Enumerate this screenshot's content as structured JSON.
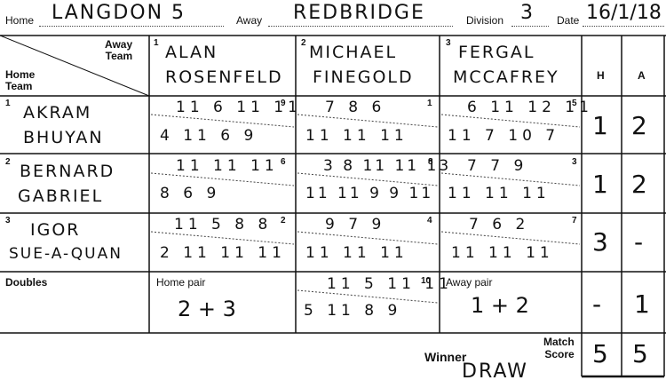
{
  "header": {
    "home_label": "Home",
    "home_value": "LANGDON 5",
    "away_label": "Away",
    "away_value": "REDBRIDGE",
    "division_label": "Division",
    "division_value": "3",
    "date_label": "Date",
    "date_value": "16/1/18"
  },
  "corner": {
    "away_team_label": "Away\nTeam",
    "home_team_label": "Home\nTeam"
  },
  "away_players": [
    {
      "num": "1",
      "line1": "ALAN",
      "line2": "ROSENFELD"
    },
    {
      "num": "2",
      "line1": "MICHAEL",
      "line2": "FINEGOLD"
    },
    {
      "num": "3",
      "line1": "FERGAL",
      "line2": "MCCAFREY"
    }
  ],
  "ha_headers": {
    "h": "H",
    "a": "A"
  },
  "home_players": [
    {
      "num": "1",
      "line1": "AKRAM",
      "line2": "BHUYAN"
    },
    {
      "num": "2",
      "line1": "BERNARD",
      "line2": "GABRIEL"
    },
    {
      "num": "3",
      "line1": "IGOR",
      "line2": "SUE-A-QUAN"
    }
  ],
  "games": [
    [
      {
        "order": "9",
        "top": "11 6 11 11",
        "bottom": "4 11 6 9"
      },
      {
        "order": "1",
        "top": "7 8 6",
        "bottom": "11 11 11"
      },
      {
        "order": "5",
        "top": "6 11 12 11",
        "bottom": "11 7 10 7"
      }
    ],
    [
      {
        "order": "6",
        "top": "11 11 11",
        "bottom": "8 6 9"
      },
      {
        "order": "8",
        "top": "3 8 11 11 13",
        "bottom": "11 11 9 9 11"
      },
      {
        "order": "3",
        "top": "7 7 9",
        "bottom": "11 11 11"
      }
    ],
    [
      {
        "order": "2",
        "top": "11 5 8 8",
        "bottom": "2 11 11 11"
      },
      {
        "order": "4",
        "top": "9 7 9",
        "bottom": "11 11 11"
      },
      {
        "order": "7",
        "top": "7 6 2",
        "bottom": "11 11 11"
      }
    ]
  ],
  "row_results": [
    {
      "h": "1",
      "a": "2"
    },
    {
      "h": "1",
      "a": "2"
    },
    {
      "h": "3",
      "a": "-"
    }
  ],
  "doubles": {
    "label": "Doubles",
    "home_pair_label": "Home pair",
    "home_pair_value": "2 + 3",
    "order": "10",
    "top": "11 5 11 11",
    "bottom": "5 11 8 9",
    "away_pair_label": "Away pair",
    "away_pair_value": "1 + 2",
    "h": "-",
    "a": "1"
  },
  "footer": {
    "winner_label": "Winner",
    "winner_value": "DRAW",
    "match_score_label": "Match\nScore",
    "h": "5",
    "a": "5"
  }
}
